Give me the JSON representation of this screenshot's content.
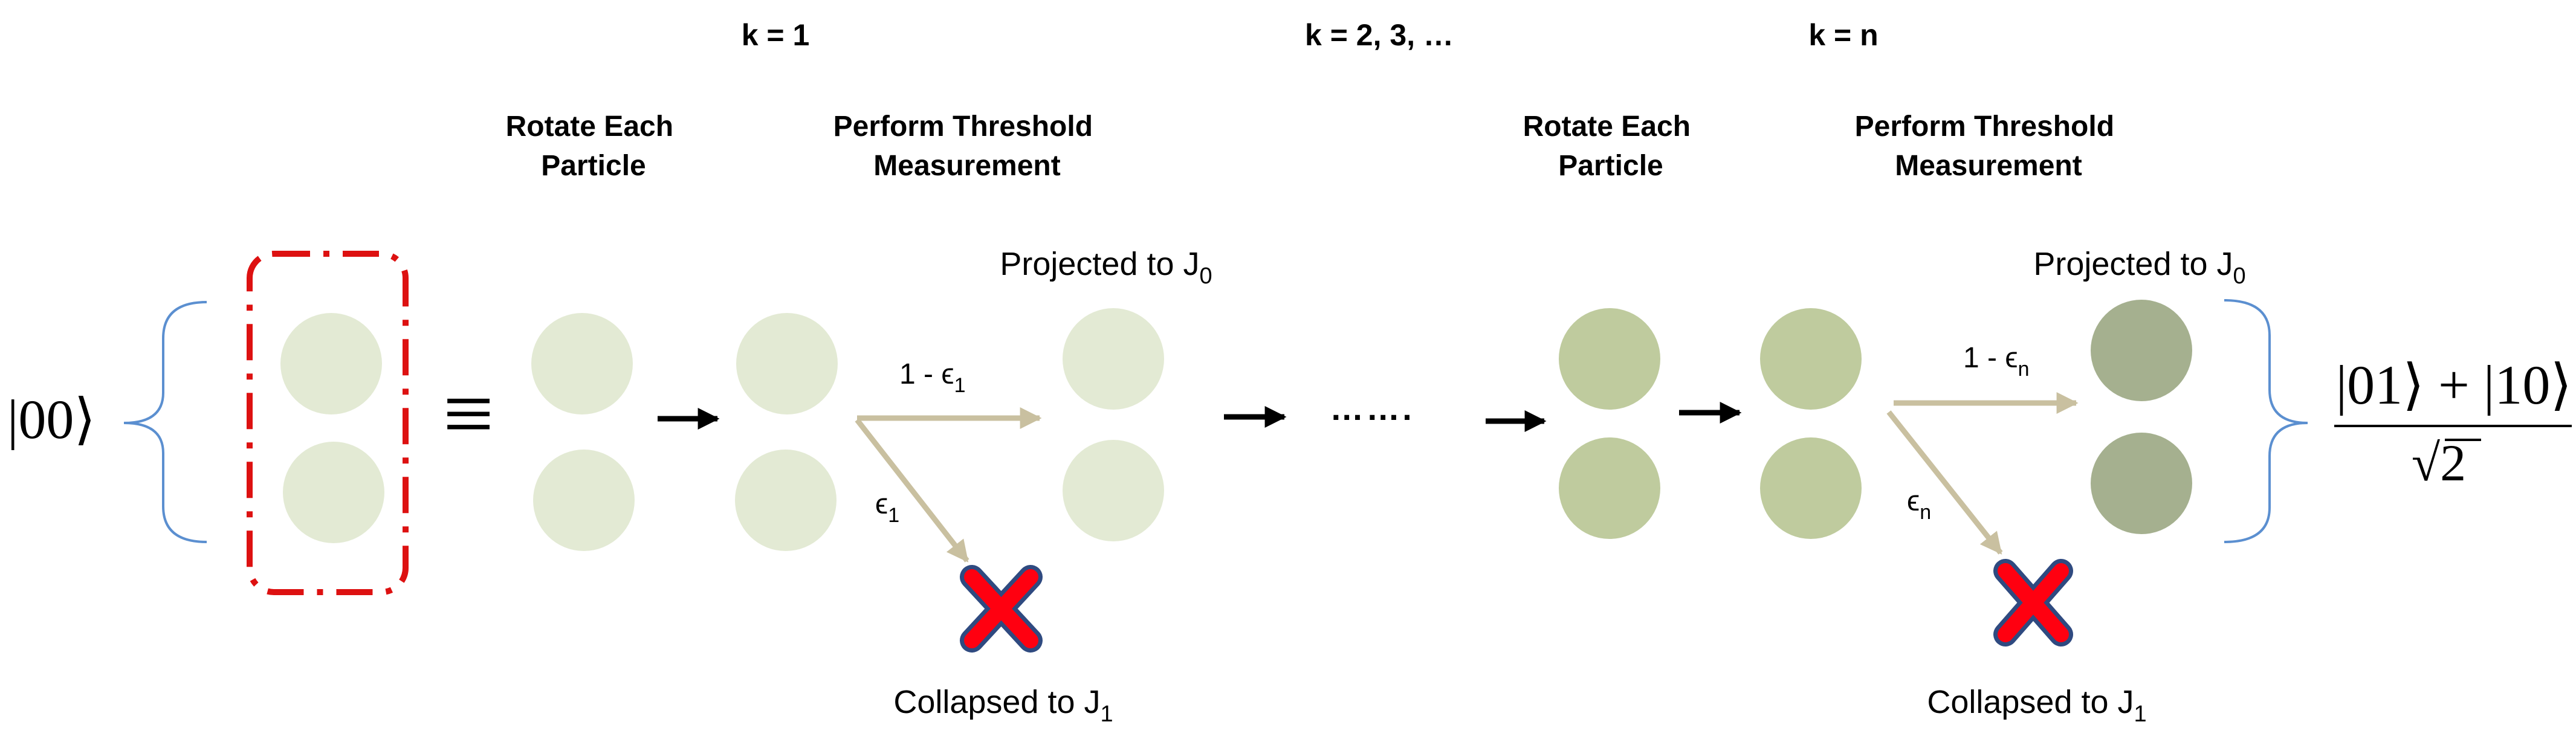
{
  "stages": {
    "k1": "k = 1",
    "k_mid": "k = 2, 3, …",
    "kn": "k = n"
  },
  "steps": {
    "rotate_line1": "Rotate Each",
    "rotate_line2": "Particle",
    "threshold_line1": "Perform Threshold",
    "threshold_line2": "Measurement"
  },
  "outcomes": {
    "projected": "Projected to J",
    "projected_sub": "0",
    "collapsed": "Collapsed to J",
    "collapsed_sub": "1"
  },
  "probabilities": {
    "success_prefix": "1 - ϵ",
    "fail_prefix": "ϵ",
    "index_1": "1",
    "index_n": "n"
  },
  "states": {
    "initial": "|00⟩",
    "equivalence": "≡",
    "final_numerator": "|01⟩ + |10⟩",
    "final_denominator_sqrt": "√",
    "final_denominator_val": "2"
  },
  "ellipsis": "…….",
  "colors": {
    "particle_light": "#e3ead4",
    "particle_mid": "#bfcb9e",
    "particle_dark": "#a5b08f",
    "branch_arrow": "#c9c0a0",
    "brace": "#5b8fd0",
    "dashed_box": "#dd1111",
    "cross_fill": "#ff0010",
    "cross_outline": "#2f4a80",
    "arrow": "#000000"
  },
  "icons": {
    "fail_mark": "red-cross-icon",
    "step_arrow": "right-arrow-icon"
  }
}
